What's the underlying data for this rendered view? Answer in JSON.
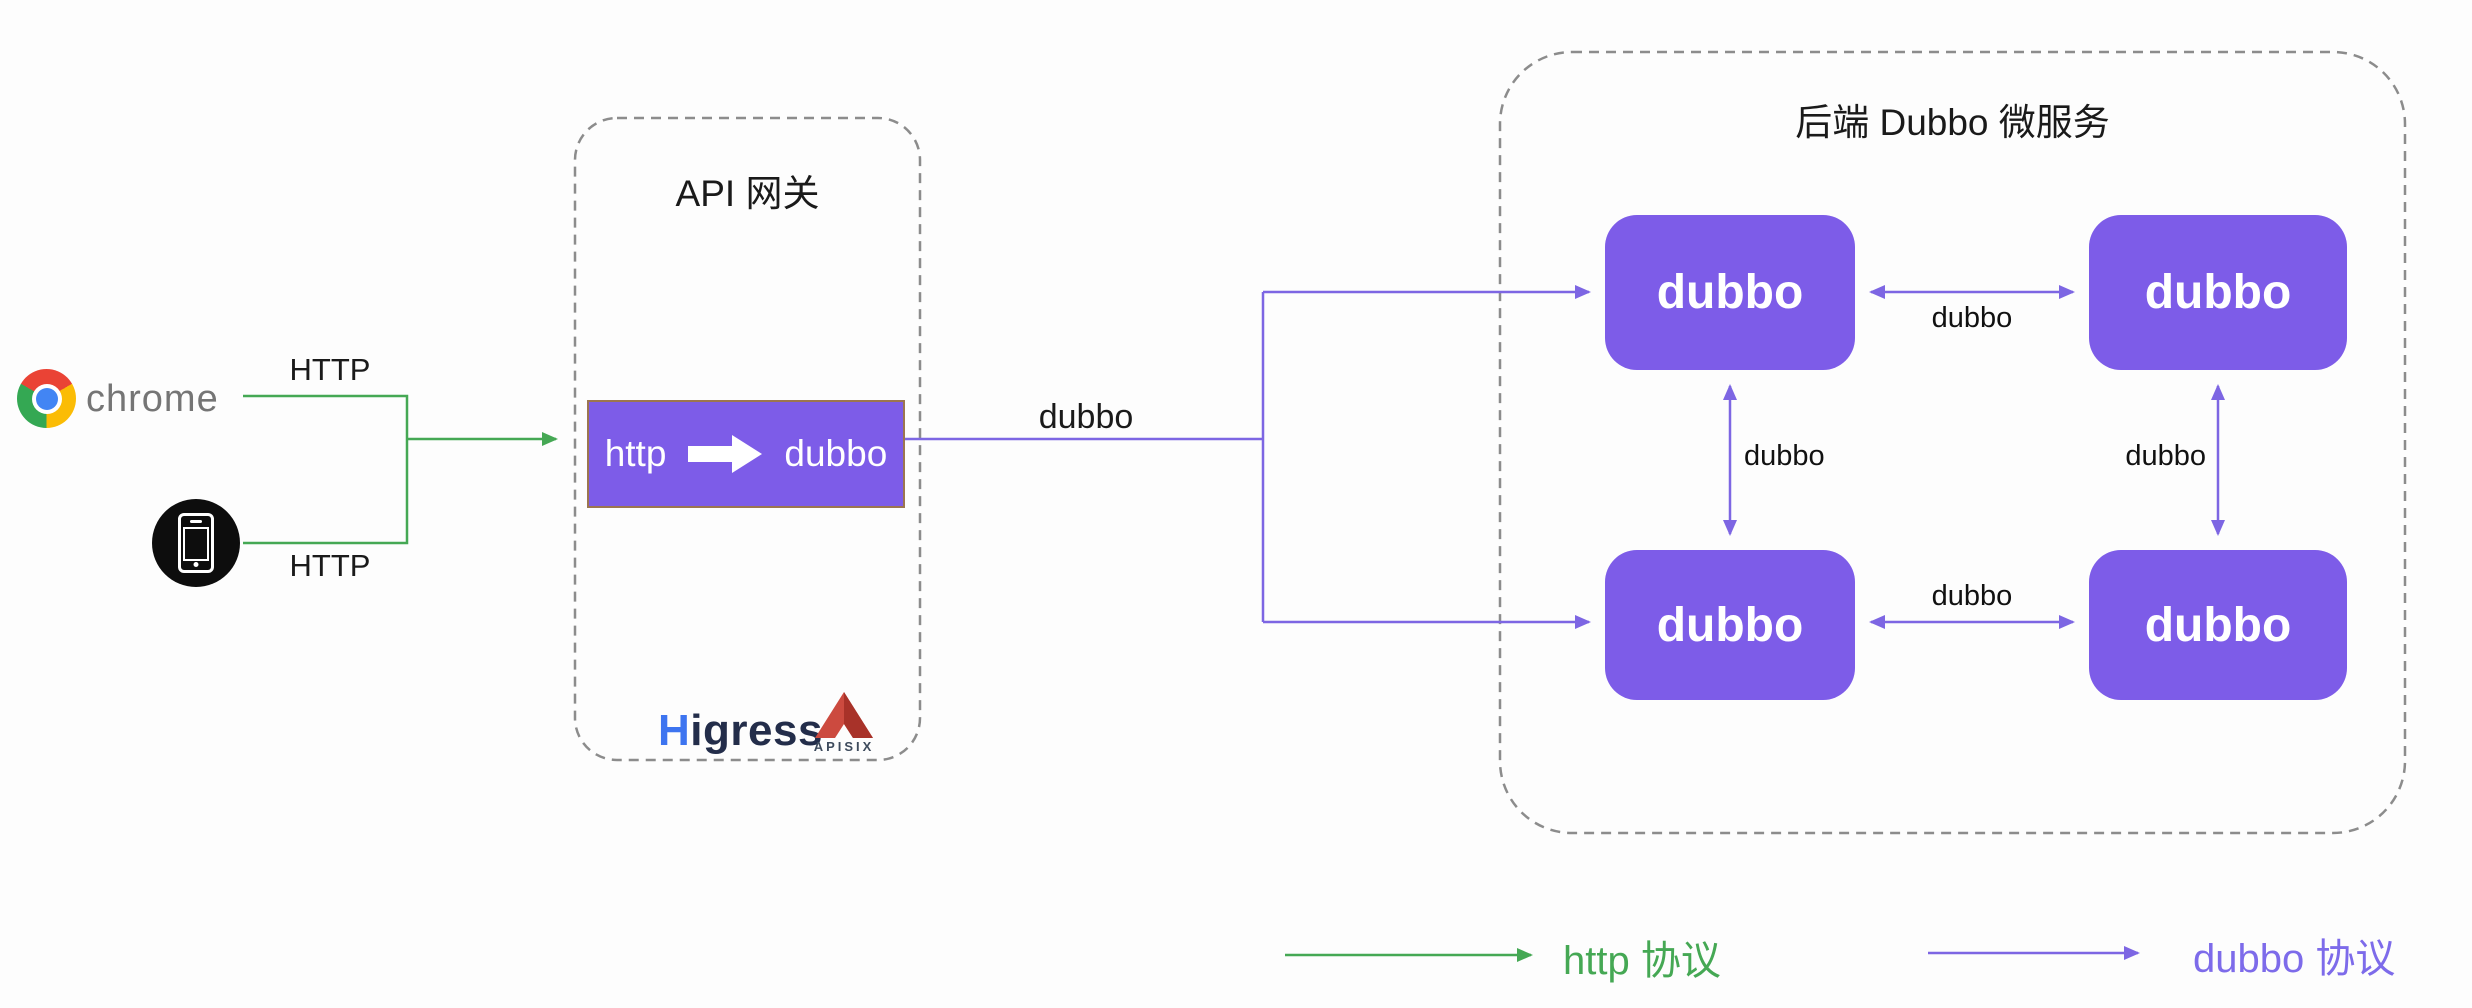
{
  "colors": {
    "purple_box": "#7d5ce8",
    "purple_line": "#7d66e3",
    "green": "#45a854",
    "dashed": "#8c8c8c",
    "text_dark": "#1a1a1a",
    "chrome_gray": "#757575",
    "converter_border": "#9c7550",
    "higress_blue": "#3d74f0",
    "higress_dark": "#232d4a",
    "apisix_red": "#cc4a3f",
    "apisix_text": "#3d4a5c",
    "legend_green": "#45a854",
    "legend_purple": "#7d6bea",
    "phone_black": "#0d0d0d"
  },
  "clients": {
    "chrome_label": "chrome",
    "http_label_top": "HTTP",
    "http_label_bottom": "HTTP",
    "icons": {
      "browser": "chrome-logo",
      "mobile": "smartphone-in-black-circle"
    }
  },
  "gateway": {
    "title": "API 网关",
    "converter": {
      "from_label": "http",
      "to_label": "dubbo",
      "arrow_icon": "right-block-arrow"
    },
    "logos": {
      "higress_h": "H",
      "higress_rest": "igress",
      "higress_full": "Higress",
      "apisix_text": "APISIX",
      "apisix_icon": "red-triangle"
    }
  },
  "connections": {
    "gateway_to_backend_label": "dubbo",
    "top_pair_label": "dubbo",
    "bottom_pair_label": "dubbo",
    "left_pair_label": "dubbo",
    "right_pair_label": "dubbo"
  },
  "backend": {
    "title": "后端 Dubbo 微服务",
    "nodes": [
      "dubbo",
      "dubbo",
      "dubbo",
      "dubbo"
    ]
  },
  "legend": {
    "http_label": "http 协议",
    "dubbo_label": "dubbo 协议"
  }
}
